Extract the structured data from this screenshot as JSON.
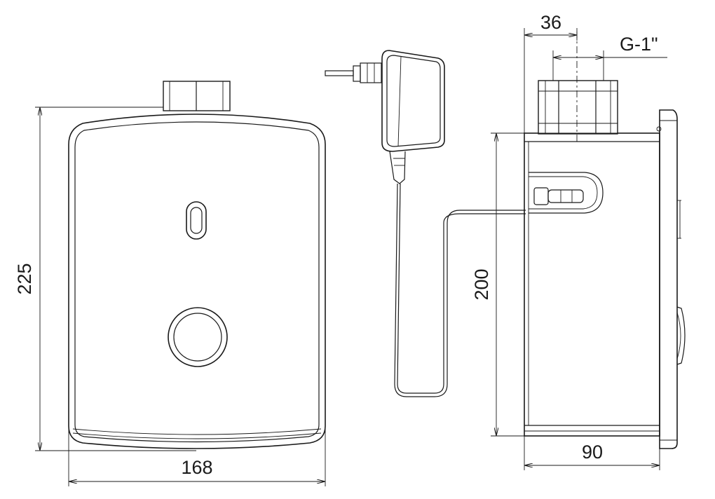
{
  "dimensions": {
    "height_front": "225",
    "width_front": "168",
    "depth_side": "90",
    "height_side": "200",
    "connector_width": "36",
    "thread_label": "G-1\""
  },
  "colors": {
    "line": "#1a1a1a",
    "background": "#ffffff"
  }
}
